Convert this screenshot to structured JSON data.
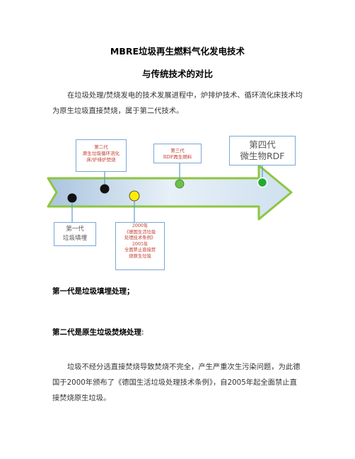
{
  "title_line1": "MBRE垃圾再生燃料气化发电技术",
  "title_line2": "与传统技术的对比",
  "intro": "在垃圾处理/焚烧发电的技术发展进程中，炉排炉技术、循环流化床技术均为原生垃圾直接焚烧，属于第二代技术。",
  "diagram": {
    "gen2": [
      "第二代",
      "原生垃圾循环流化",
      "床/炉排炉焚烧"
    ],
    "gen3": [
      "第三代",
      "RDF再生燃料"
    ],
    "gen4": [
      "第四代",
      "微生物RDF"
    ],
    "gen1": [
      "第一代",
      "垃圾填埋"
    ],
    "milestone": [
      "2000年",
      "《德国生活垃圾",
      "处理技术条例》",
      "2005年",
      "全面禁止直接焚",
      "烧原生垃圾"
    ],
    "colors": {
      "arrow_fill": "#dde8f2",
      "arrow_edge": "#8dc63f",
      "dot_gen1": "#111111",
      "dot_gen2": "#111111",
      "dot_2000": "#ffee00",
      "dot_gen3": "#6cc04a",
      "dot_gen4": "#22aa33",
      "connector": "#5b9bd5",
      "box_border": "#7aa7d6"
    }
  },
  "heading1": "第一代是垃圾填埋处理；",
  "heading2_bold": "第二代是原生垃圾焚烧处理",
  "heading2_rest": ":",
  "para2": "垃圾不经分选直接焚烧导致焚烧不完全，产生严重次生污染问题，为此德国于2000年颁布了《德国生活垃圾处理技术条例》，自2005年起全面禁止直接焚烧原生垃圾。"
}
